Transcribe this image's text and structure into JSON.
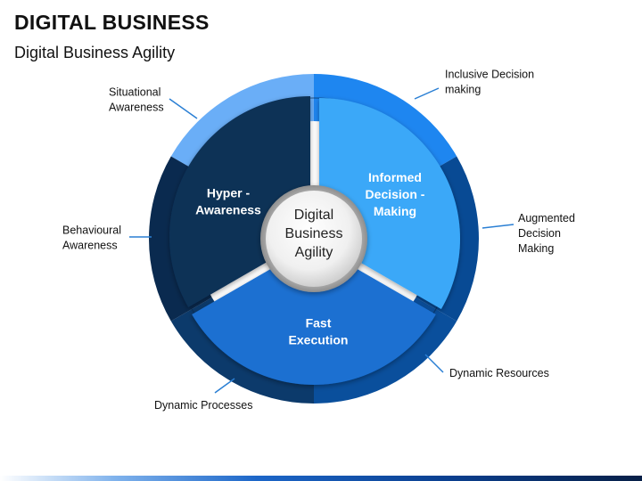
{
  "header": {
    "title": "DIGITAL BUSINESS",
    "subtitle": "Digital Business Agility"
  },
  "hub": {
    "lines": [
      "Digital",
      "Business",
      "Agility"
    ]
  },
  "segments": [
    {
      "id": "hyper-awareness",
      "lines": [
        "Hyper -",
        "Awareness"
      ],
      "inner_color": "#0b3057",
      "outer_color": "#6aaef7"
    },
    {
      "id": "informed-decision-making",
      "lines": [
        "Informed",
        "Decision -",
        "Making"
      ],
      "inner_color": "#3aa8f8",
      "outer_color": "#1e86f0"
    },
    {
      "id": "fast-execution",
      "lines": [
        "Fast",
        "Execution"
      ],
      "inner_color": "#1a6fd1",
      "outer_color": "#0d4b91"
    }
  ],
  "outer_labels": [
    {
      "id": "situational-awareness",
      "lines": [
        "Situational",
        "Awareness"
      ]
    },
    {
      "id": "inclusive-decision-making",
      "lines": [
        "Inclusive Decision",
        "making"
      ]
    },
    {
      "id": "augmented-decision-making",
      "lines": [
        "Augmented",
        "Decision",
        "Making"
      ]
    },
    {
      "id": "dynamic-resources",
      "lines": [
        "Dynamic Resources"
      ]
    },
    {
      "id": "dynamic-processes",
      "lines": [
        "Dynamic Processes"
      ]
    },
    {
      "id": "behavioural-awareness",
      "lines": [
        "Behavioural",
        "Awareness"
      ]
    }
  ],
  "colors": {
    "ring_dark_left": "#0a2a4f",
    "ring_mid_right": "#084a94",
    "ring_bottom_left": "#0c3a6b",
    "ring_bottom_right": "#0a4f9c",
    "connector": "#2a7fd4",
    "text_white": "#ffffff",
    "text_dark": "#111111",
    "hub_text": "#222222"
  }
}
